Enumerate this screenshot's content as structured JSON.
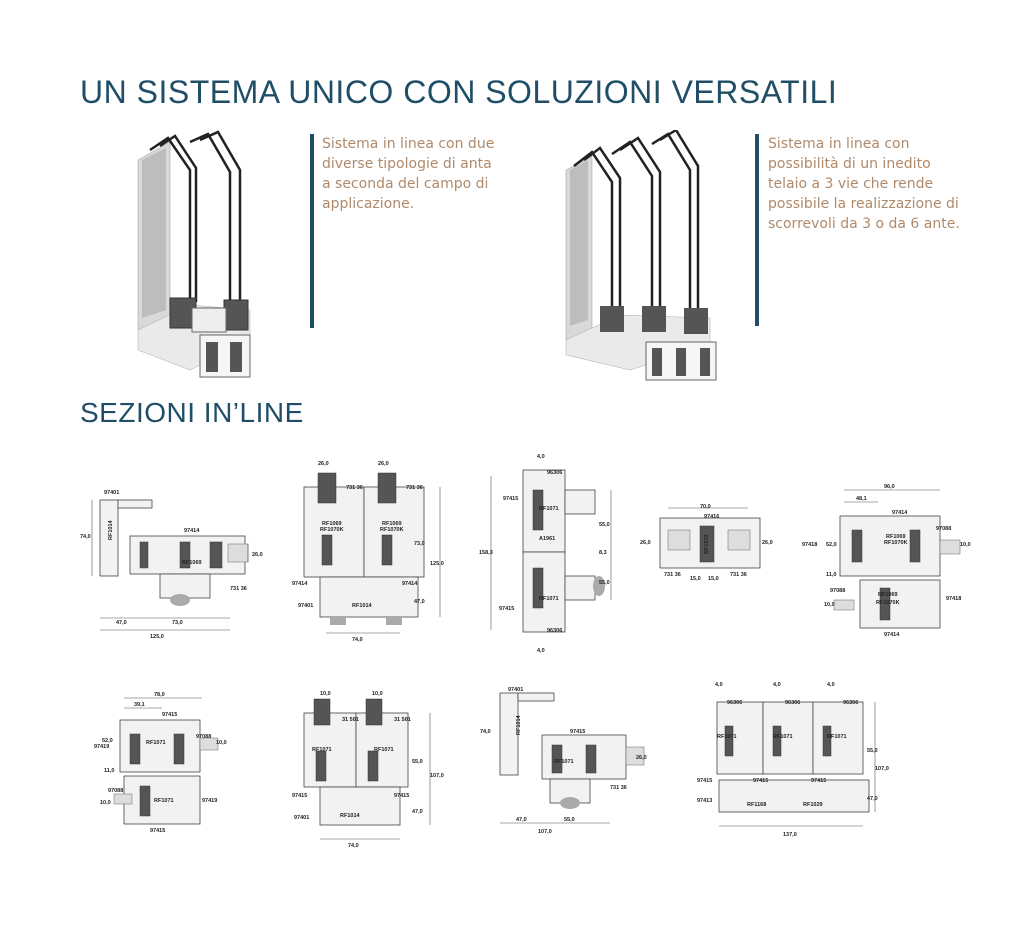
{
  "heading_main": "UN SISTEMA UNICO CON SOLUZIONI VERSATILI",
  "heading_sections": "SEZIONI IN’LINE",
  "left_text": [
    "Sistema in linea con due",
    "diverse tipologie di anta",
    "a seconda del campo di",
    "applicazione."
  ],
  "right_text": [
    "Sistema in linea con",
    "possibilità di un inedito",
    "telaio a 3 vie che rende",
    "possibile la realizzazione di",
    "scorrevoli da 3 o da 6 ante."
  ],
  "colors": {
    "accent": "#1f4e66",
    "body_text": "#b08a6a"
  },
  "sections": [
    {
      "labels": [
        "97401",
        "RF1014",
        "97414",
        "RF1069",
        "731 36"
      ],
      "dims": [
        "74,0",
        "26,0",
        "47,0",
        "73,0",
        "125,0"
      ]
    },
    {
      "labels": [
        "731 36",
        "731 36",
        "RF1069",
        "RF1070K",
        "RF1069",
        "RF1070K",
        "97414",
        "97414",
        "97401",
        "RF1014"
      ],
      "dims": [
        "26,0",
        "26,0",
        "73,0",
        "125,0",
        "47,0",
        "74,0"
      ]
    },
    {
      "labels": [
        "96306",
        "97415",
        "RF1071",
        "A1961",
        "RF1071",
        "97415",
        "96306"
      ],
      "dims": [
        "4,0",
        "55,0",
        "8,3",
        "158,3",
        "55,0",
        "4,0"
      ]
    },
    {
      "labels": [
        "97416",
        "RF1072",
        "731 36",
        "731 36"
      ],
      "dims": [
        "70,0",
        "26,0",
        "26,0",
        "15,0",
        "15,0"
      ]
    },
    {
      "labels": [
        "97414",
        "97088",
        "97418",
        "RF1069",
        "RF1070K",
        "97088",
        "RF1069",
        "RF1070K",
        "97418",
        "97414"
      ],
      "dims": [
        "96,0",
        "48,1",
        "52,0",
        "10,0",
        "11,0",
        "10,0"
      ]
    },
    {
      "labels": [
        "97415",
        "RF1071",
        "97088",
        "97419",
        "97088",
        "RF1071",
        "97419",
        "97415"
      ],
      "dims": [
        "78,0",
        "39,1",
        "52,0",
        "10,0",
        "11,0",
        "10,0"
      ]
    },
    {
      "labels": [
        "31 501",
        "31 501",
        "RF1071",
        "RF1071",
        "97415",
        "97415",
        "97401",
        "RF1014"
      ],
      "dims": [
        "10,0",
        "10,0",
        "55,0",
        "107,0",
        "47,0",
        "74,0"
      ]
    },
    {
      "labels": [
        "97401",
        "RF1014",
        "97415",
        "RF1071",
        "731 36"
      ],
      "dims": [
        "74,0",
        "26,0",
        "47,0",
        "55,0",
        "107,0"
      ]
    },
    {
      "labels": [
        "96306",
        "96306",
        "96306",
        "RF1071",
        "RF1071",
        "RF1071",
        "97415",
        "97415",
        "97415",
        "97413",
        "RF1168",
        "RF1029"
      ],
      "dims": [
        "4,0",
        "4,0",
        "4,0",
        "55,0",
        "107,0",
        "47,0",
        "137,0"
      ]
    }
  ]
}
